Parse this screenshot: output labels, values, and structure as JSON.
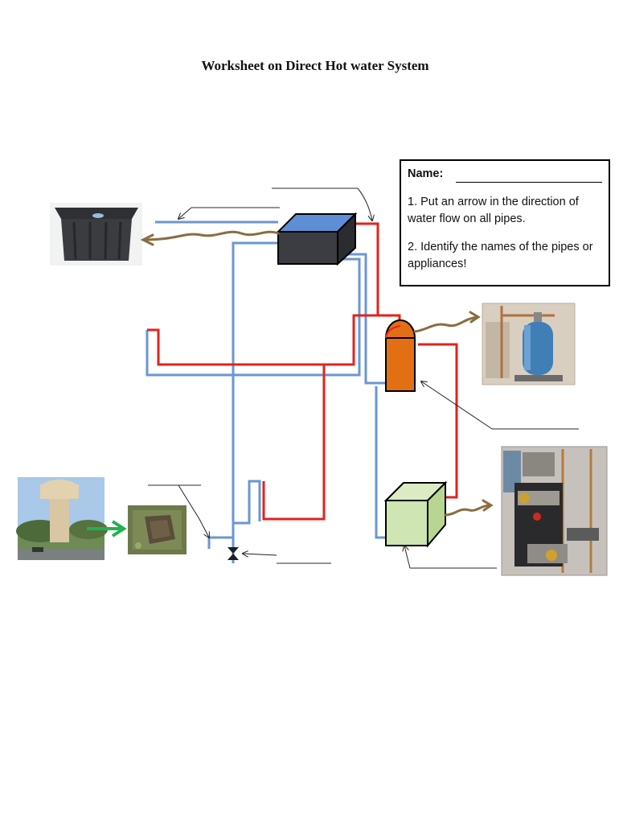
{
  "title": "Worksheet on Direct Hot water System",
  "instructions": {
    "name_label": "Name:",
    "step1": "1. Put an arrow in the direction of water flow on all pipes.",
    "step2": "2. Identify the names of the pipes or appliances!"
  },
  "colors": {
    "cold_pipe": "#6a96d3",
    "hot_pipe": "#e0231c",
    "cistern_fill": "#3c3d42",
    "cylinder_fill": "#e36f14",
    "boiler_fill": "#cfe5b2",
    "pointer_arrow": "#8a6d3f",
    "inflow_arrow": "#22b050"
  },
  "photos": [
    {
      "name": "cold-water-storage-tank-photo"
    },
    {
      "name": "expansion-vessel-photo"
    },
    {
      "name": "water-tower-photo"
    },
    {
      "name": "ground-valve-pit-photo"
    },
    {
      "name": "boiler-photo"
    }
  ]
}
